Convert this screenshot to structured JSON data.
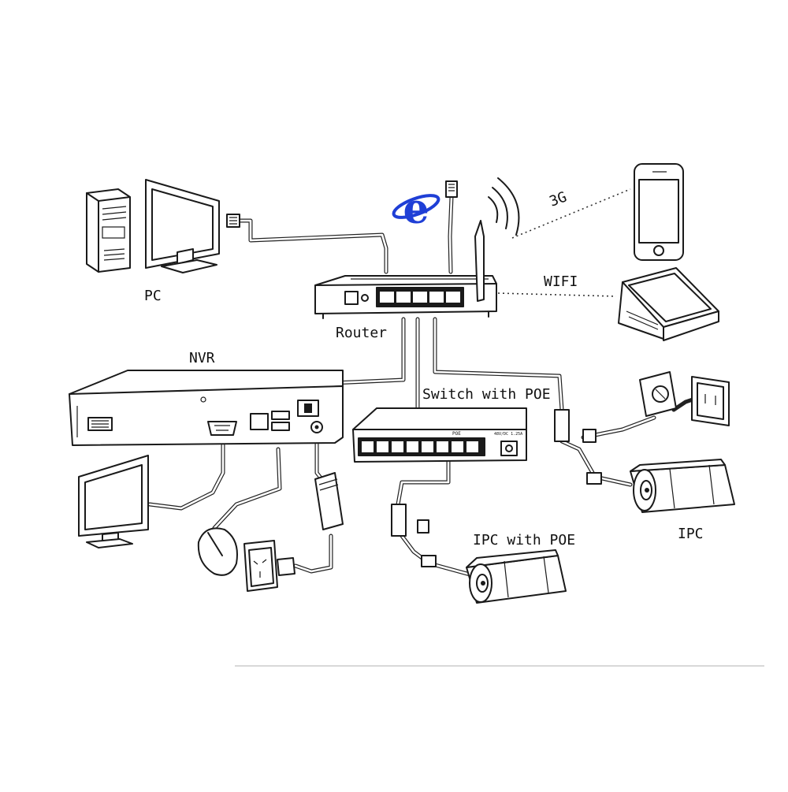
{
  "labels": {
    "pc": "PC",
    "router": "Router",
    "nvr": "NVR",
    "switch": "Switch with POE",
    "ipc_poe": "IPC with POE",
    "ipc": "IPC",
    "wifi": "WIFI",
    "g3": "3G",
    "poe_panel": "POE",
    "dc_panel": "48V/DC 1.25A"
  },
  "icons": {
    "browser": "internet-explorer-logo"
  },
  "colors": {
    "line": "#1a1a1a",
    "browser_blue": "#1f3fd6",
    "background": "#ffffff"
  }
}
